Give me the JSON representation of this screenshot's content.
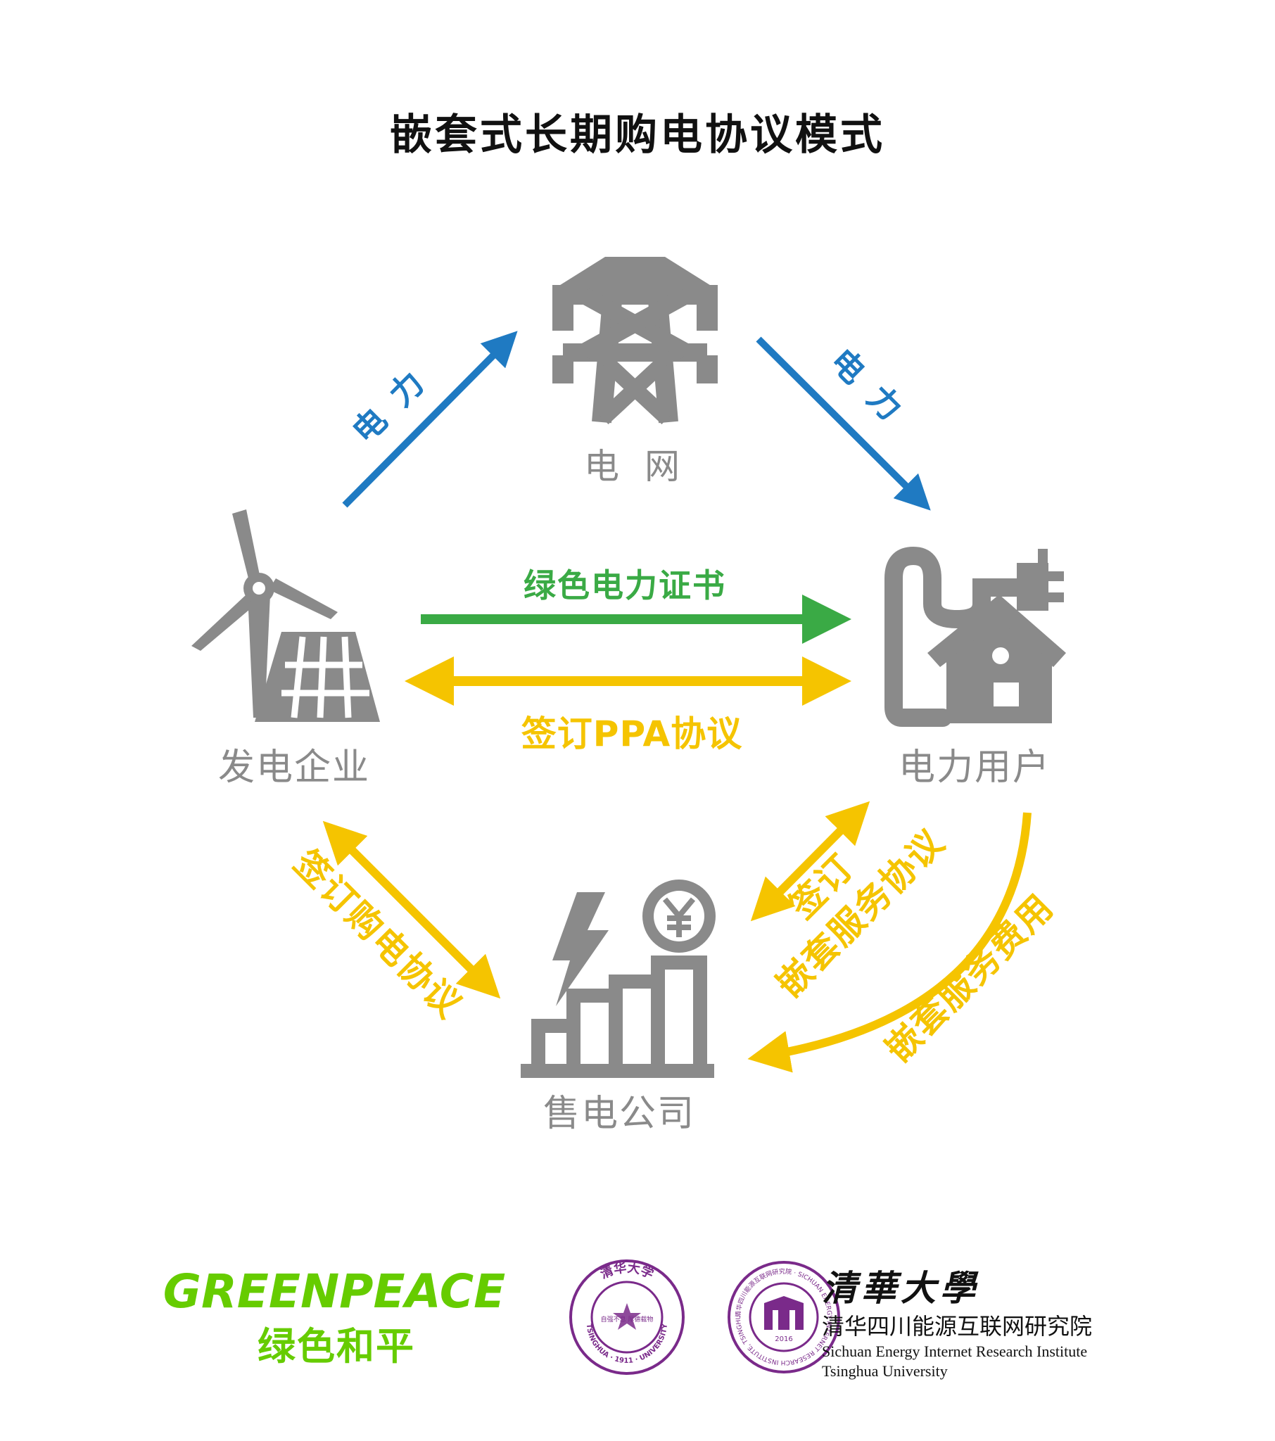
{
  "title": "嵌套式长期购电协议模式",
  "nodes": {
    "grid": "电 网",
    "generator": "发电企业",
    "user": "电力用户",
    "seller": "售电公司"
  },
  "edges": {
    "gen_to_grid": "电 力",
    "grid_to_user": "电 力",
    "green_cert": "绿色电力证书",
    "ppa": "签订PPA协议",
    "purchase": "签订购电协议",
    "service_sign_1": "签订",
    "service_sign_2": "嵌套服务协议",
    "service_fee": "嵌套服务费用"
  },
  "logos": {
    "greenpeace_en": "GREENPEACE",
    "greenpeace_cn": "绿色和平",
    "seal1_top": "清华大学",
    "seal1_bottom": "TSINGHUA · 1911 · UNIVERSITY",
    "seal1_inner": "自强不息 厚德载物",
    "seal2_ring": "清华四川能源互联网研究院 · SICHUAN ENERGY INTERNET RESEARCH INSTITUTE, TSINGHUA UNIVERSITY",
    "seal2_year": "2016",
    "tsinghua_calligraphy": "清華大學",
    "institute_cn": "清华四川能源互联网研究院",
    "institute_en1": "Sichuan Energy Internet Research Institute",
    "institute_en2": "Tsinghua University"
  },
  "colors": {
    "icon_gray": "#8a8a8a",
    "power_blue": "#1f7ac2",
    "cert_green": "#3aaa45",
    "contract_yellow": "#f5c400",
    "greenpeace_green": "#66cc00",
    "tsinghua_purple": "#7a2a8a"
  }
}
